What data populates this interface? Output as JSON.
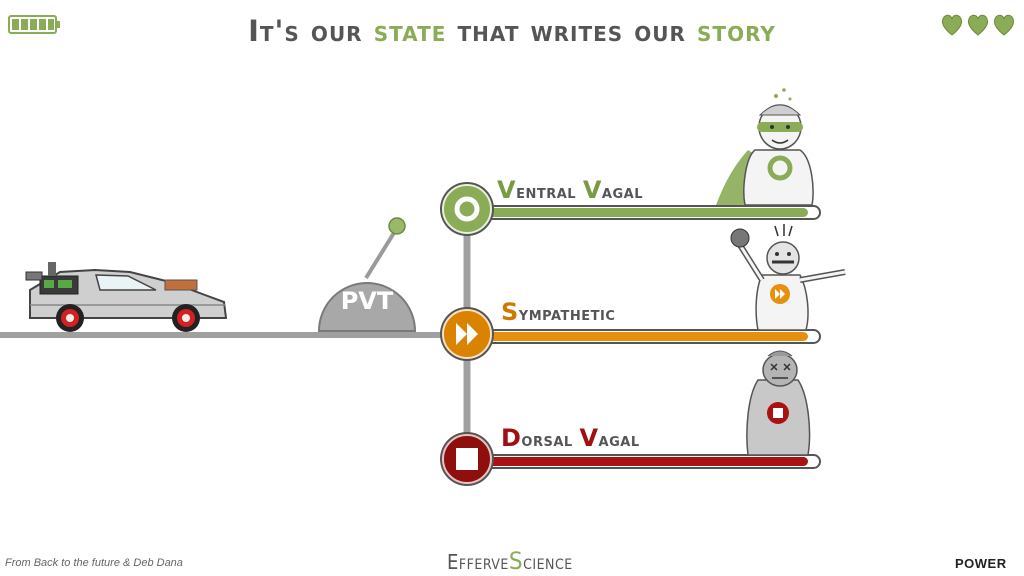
{
  "title": {
    "part1": "It's our ",
    "highlight1": "state",
    "part2": " that writes our ",
    "highlight2": "story"
  },
  "pvt_label": "PVT",
  "states": [
    {
      "initial1": "V",
      "rest1": "entral ",
      "initial2": "V",
      "rest2": "agal",
      "color": "#8aac56",
      "icon": "circle-icon"
    },
    {
      "initial1": "S",
      "rest1": "ympathetic",
      "color": "#e6900e",
      "icon": "fast-forward-icon"
    },
    {
      "initial1": "D",
      "rest1": "orsal ",
      "initial2": "V",
      "rest2": "agal",
      "color": "#a81212",
      "icon": "stop-icon"
    }
  ],
  "footer": {
    "credit": "From Back to the future & Deb Dana",
    "brand_pre": "Efferve",
    "brand_s": "S",
    "brand_post": "cience",
    "power": "POWER"
  },
  "colors": {
    "accent_green": "#8aac56",
    "orange": "#e6900e",
    "red": "#a81212",
    "gray": "#9a9a9a"
  }
}
